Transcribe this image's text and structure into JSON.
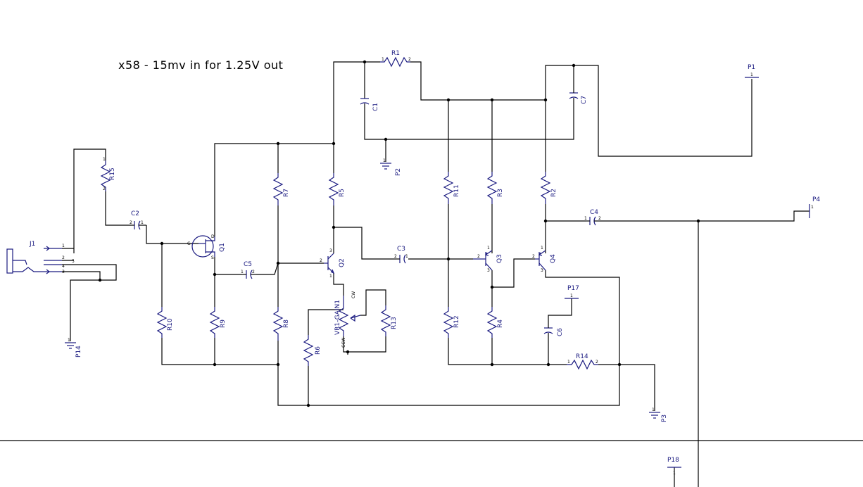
{
  "title": "x58 - 15mv in for 1.25V out",
  "components": {
    "R1": "R1",
    "R2": "R2",
    "R3": "R3",
    "R4": "R4",
    "R5": "R5",
    "R6": "R6",
    "R7": "R7",
    "R8": "R8",
    "R9": "R9",
    "R10": "R10",
    "R11": "R11",
    "R12": "R12",
    "R13": "R13",
    "R14": "R14",
    "R15": "R15",
    "C1": "C1",
    "C2": "C2",
    "C3": "C3",
    "C4": "C4",
    "C5": "C5",
    "C6": "C6",
    "C7": "C7",
    "Q1": "Q1",
    "Q2": "Q2",
    "Q3": "Q3",
    "Q4": "Q4",
    "VR1": "VR1-GAIN1",
    "J1": "J1",
    "P1": "P1",
    "P2": "P2",
    "P3": "P3",
    "P4": "P4",
    "P14": "P14",
    "P17": "P17",
    "P18": "P18"
  },
  "pins": {
    "one": "1",
    "two": "2",
    "three": "3",
    "four": "4",
    "five": "5",
    "g": "G",
    "d": "D",
    "s": "S",
    "cw": "CW",
    "ccw": "CCW",
    "w": "W"
  },
  "colors": {
    "wire": "#000000",
    "part": "#1a1a80"
  }
}
